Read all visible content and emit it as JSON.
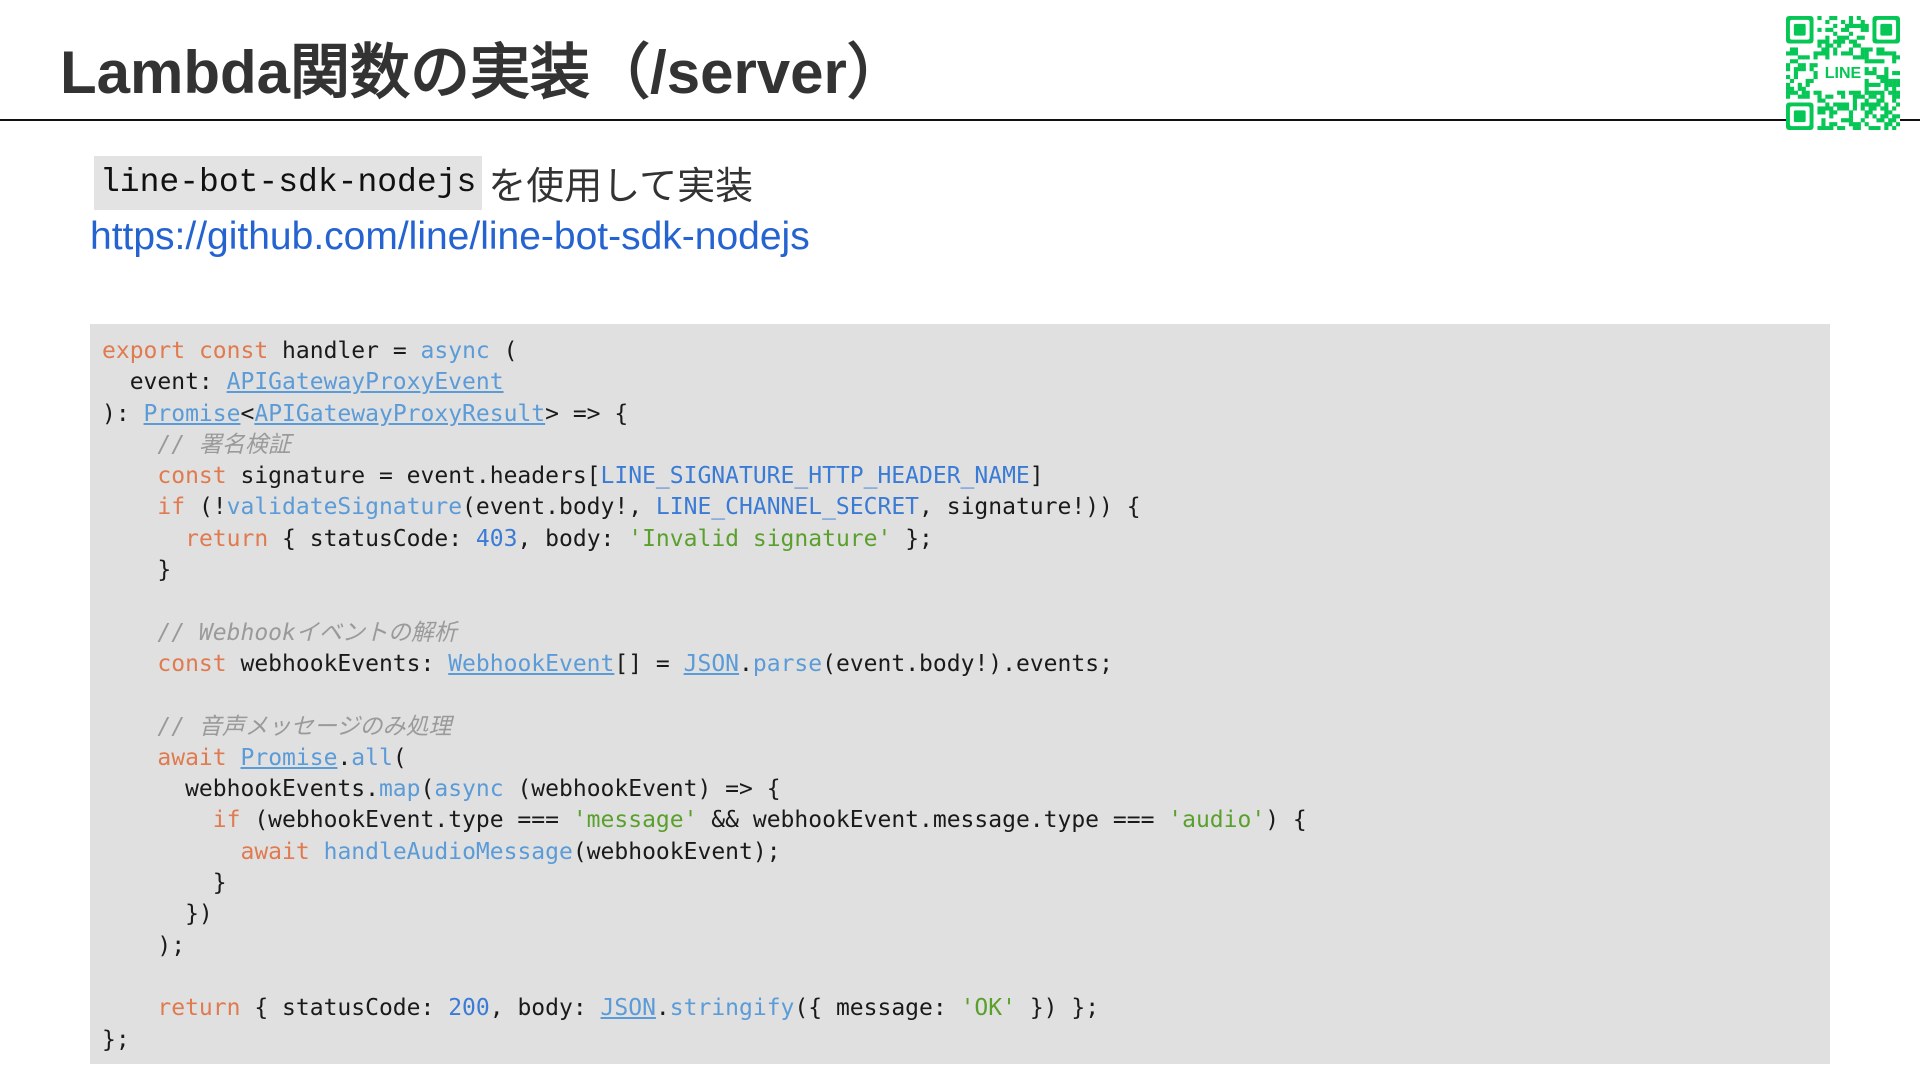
{
  "slide": {
    "title": "Lambda関数の実装（/server）",
    "package_name": "line-bot-sdk-nodejs",
    "intro_suffix": "を使用して実装",
    "link_text": "https://github.com/line/line-bot-sdk-nodejs",
    "qr_label": "LINE"
  },
  "colors": {
    "keyword": "#e07a4f",
    "function": "#5b9bd8",
    "string": "#5aa02c",
    "comment": "#9a9a9a",
    "link": "#2463d0",
    "code_background": "#e0e0e0",
    "qr_green": "#06c755"
  },
  "code_lines": [
    [
      {
        "t": "kw",
        "v": "export"
      },
      {
        "t": "p",
        "v": " "
      },
      {
        "t": "kw",
        "v": "const"
      },
      {
        "t": "p",
        "v": " handler = "
      },
      {
        "t": "fn",
        "v": "async"
      },
      {
        "t": "p",
        "v": " ("
      }
    ],
    [
      {
        "t": "p",
        "v": "  event: "
      },
      {
        "t": "ty",
        "v": "APIGatewayProxyEvent"
      }
    ],
    [
      {
        "t": "p",
        "v": "): "
      },
      {
        "t": "ty",
        "v": "Promise"
      },
      {
        "t": "p",
        "v": "<"
      },
      {
        "t": "ty",
        "v": "APIGatewayProxyResult"
      },
      {
        "t": "p",
        "v": "> => {"
      }
    ],
    [
      {
        "t": "p",
        "v": "    "
      },
      {
        "t": "cmt",
        "v": "// 署名検証"
      }
    ],
    [
      {
        "t": "p",
        "v": "    "
      },
      {
        "t": "kw",
        "v": "const"
      },
      {
        "t": "p",
        "v": " signature = event.headers["
      },
      {
        "t": "cst",
        "v": "LINE_SIGNATURE_HTTP_HEADER_NAME"
      },
      {
        "t": "p",
        "v": "]"
      }
    ],
    [
      {
        "t": "p",
        "v": "    "
      },
      {
        "t": "kw",
        "v": "if"
      },
      {
        "t": "p",
        "v": " (!"
      },
      {
        "t": "fn",
        "v": "validateSignature"
      },
      {
        "t": "p",
        "v": "(event.body!, "
      },
      {
        "t": "cst",
        "v": "LINE_CHANNEL_SECRET"
      },
      {
        "t": "p",
        "v": ", signature!)) {"
      }
    ],
    [
      {
        "t": "p",
        "v": "      "
      },
      {
        "t": "kw",
        "v": "return"
      },
      {
        "t": "p",
        "v": " { statusCode: "
      },
      {
        "t": "num",
        "v": "403"
      },
      {
        "t": "p",
        "v": ", body: "
      },
      {
        "t": "str",
        "v": "'Invalid signature'"
      },
      {
        "t": "p",
        "v": " };"
      }
    ],
    [
      {
        "t": "p",
        "v": "    }"
      }
    ],
    [
      {
        "t": "p",
        "v": ""
      }
    ],
    [
      {
        "t": "p",
        "v": "    "
      },
      {
        "t": "cmt",
        "v": "// Webhookイベントの解析"
      }
    ],
    [
      {
        "t": "p",
        "v": "    "
      },
      {
        "t": "kw",
        "v": "const"
      },
      {
        "t": "p",
        "v": " webhookEvents: "
      },
      {
        "t": "ty",
        "v": "WebhookEvent"
      },
      {
        "t": "p",
        "v": "[] = "
      },
      {
        "t": "ty",
        "v": "JSON"
      },
      {
        "t": "p",
        "v": "."
      },
      {
        "t": "fn",
        "v": "parse"
      },
      {
        "t": "p",
        "v": "(event.body!).events;"
      }
    ],
    [
      {
        "t": "p",
        "v": ""
      }
    ],
    [
      {
        "t": "p",
        "v": "    "
      },
      {
        "t": "cmt",
        "v": "// 音声メッセージのみ処理"
      }
    ],
    [
      {
        "t": "p",
        "v": "    "
      },
      {
        "t": "kw",
        "v": "await"
      },
      {
        "t": "p",
        "v": " "
      },
      {
        "t": "ty",
        "v": "Promise"
      },
      {
        "t": "p",
        "v": "."
      },
      {
        "t": "fn",
        "v": "all"
      },
      {
        "t": "p",
        "v": "("
      }
    ],
    [
      {
        "t": "p",
        "v": "      webhookEvents."
      },
      {
        "t": "fn",
        "v": "map"
      },
      {
        "t": "p",
        "v": "("
      },
      {
        "t": "fn",
        "v": "async"
      },
      {
        "t": "p",
        "v": " (webhookEvent) => {"
      }
    ],
    [
      {
        "t": "p",
        "v": "        "
      },
      {
        "t": "kw",
        "v": "if"
      },
      {
        "t": "p",
        "v": " (webhookEvent.type === "
      },
      {
        "t": "str",
        "v": "'message'"
      },
      {
        "t": "p",
        "v": " && webhookEvent.message.type === "
      },
      {
        "t": "str",
        "v": "'audio'"
      },
      {
        "t": "p",
        "v": ") {"
      }
    ],
    [
      {
        "t": "p",
        "v": "          "
      },
      {
        "t": "kw",
        "v": "await"
      },
      {
        "t": "p",
        "v": " "
      },
      {
        "t": "fn",
        "v": "handleAudioMessage"
      },
      {
        "t": "p",
        "v": "(webhookEvent);"
      }
    ],
    [
      {
        "t": "p",
        "v": "        }"
      }
    ],
    [
      {
        "t": "p",
        "v": "      })"
      }
    ],
    [
      {
        "t": "p",
        "v": "    );"
      }
    ],
    [
      {
        "t": "p",
        "v": ""
      }
    ],
    [
      {
        "t": "p",
        "v": "    "
      },
      {
        "t": "kw",
        "v": "return"
      },
      {
        "t": "p",
        "v": " { statusCode: "
      },
      {
        "t": "num",
        "v": "200"
      },
      {
        "t": "p",
        "v": ", body: "
      },
      {
        "t": "ty",
        "v": "JSON"
      },
      {
        "t": "p",
        "v": "."
      },
      {
        "t": "fn",
        "v": "stringify"
      },
      {
        "t": "p",
        "v": "({ message: "
      },
      {
        "t": "str",
        "v": "'OK'"
      },
      {
        "t": "p",
        "v": " }) };"
      }
    ],
    [
      {
        "t": "p",
        "v": "};"
      }
    ]
  ]
}
